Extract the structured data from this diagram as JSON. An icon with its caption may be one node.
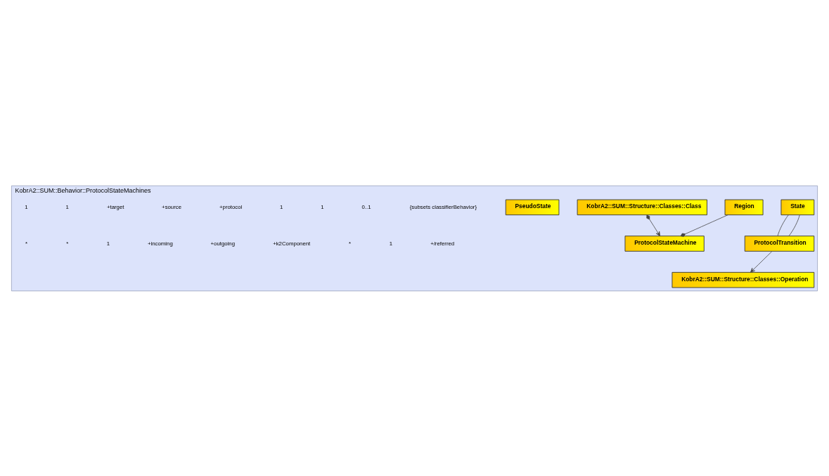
{
  "diagram": {
    "nodes": [
      {
        "text": [
          "KobrA2::SUM::Behavior::ProtocolStateMachines"
        ]
      },
      {
        "text": [
          "State"
        ],
        "in": 0
      },
      {
        "text": [
          "ProtocolStateMachine"
        ],
        "in": 0
      },
      {
        "text": [
          "Region"
        ],
        "in": 0
      },
      {
        "text": [
          "ProtocolTransition"
        ],
        "in": 0
      },
      {
        "text": [
          "KobrA2::SUM::Structure::Classes::Class"
        ],
        "in": 0
      },
      {
        "text": [
          "KobrA2::SUM::Structure::Classes::Operation"
        ],
        "in": 0
      },
      {
        "text": [
          "PseudoState"
        ],
        "in": 0
      }
    ],
    "edges": [
      {
        "from": 3,
        "to": 2,
        "arrow": "other"
      },
      {
        "from": 1,
        "to": 4,
        "arrow": "none"
      },
      {
        "from": 1,
        "to": 4,
        "arrow": "none"
      },
      {
        "from": 5,
        "to": 2,
        "arrow": "to"
      },
      {
        "from": 4,
        "to": 6,
        "arrow": "to"
      }
    ],
    "labels": [
      "1",
      "1",
      "+target",
      "+source",
      "+protocol",
      "1",
      "1",
      "0..1",
      "{subsets classifierBehavior}",
      "*",
      "*",
      "1",
      "+incoming",
      "+outgoing",
      "+k2Component",
      "*",
      "1",
      "+/referred"
    ]
  }
}
